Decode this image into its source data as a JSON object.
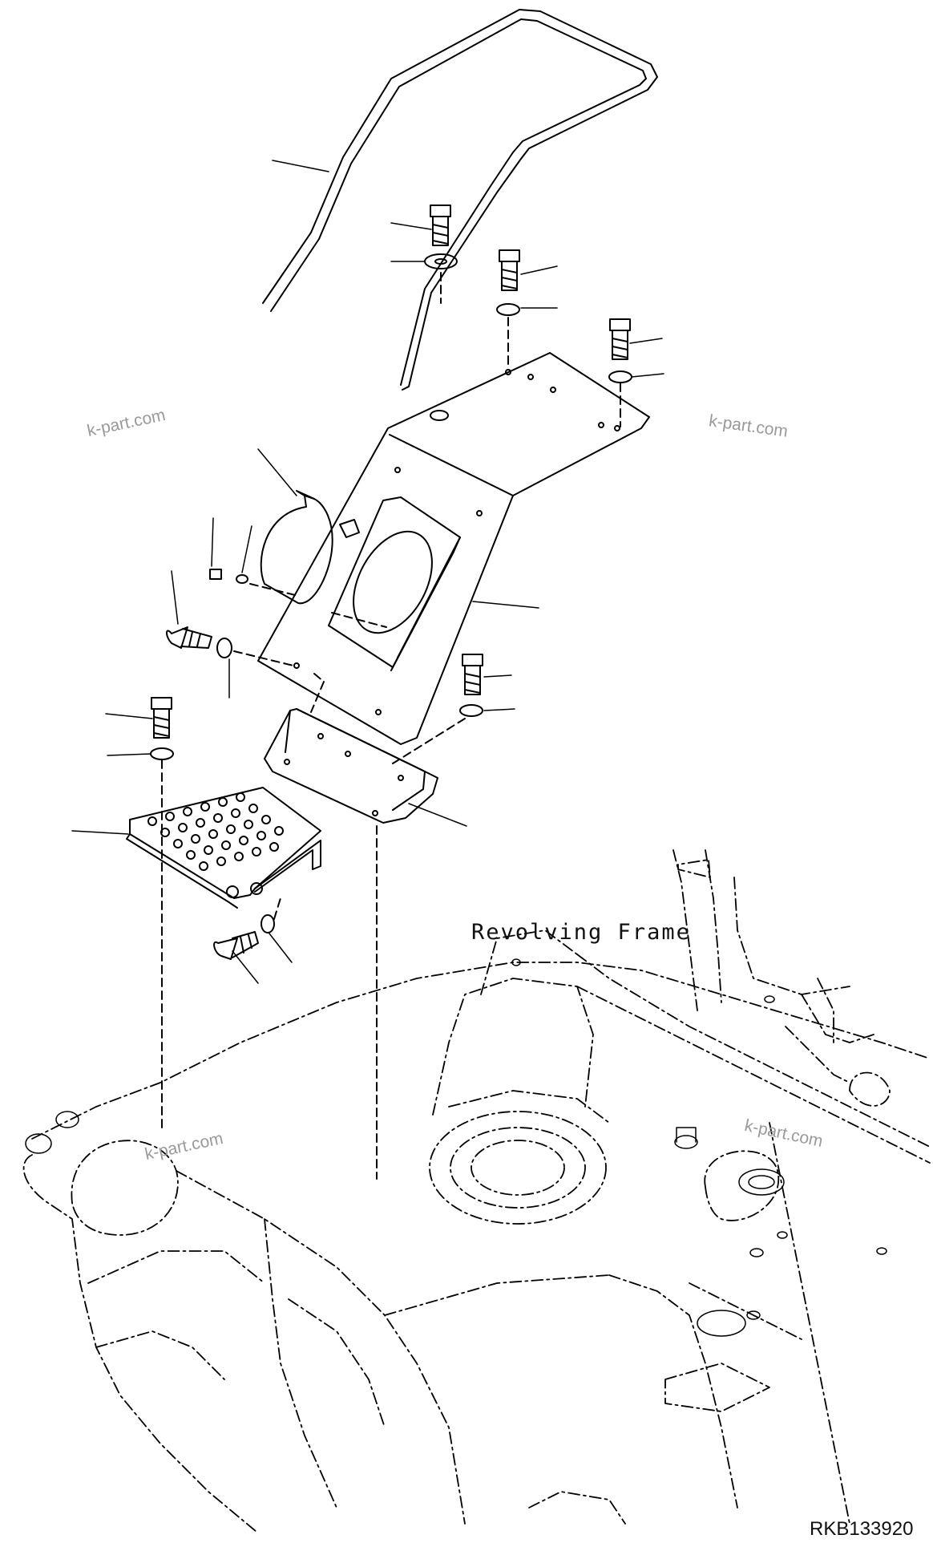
{
  "labels": {
    "frame_name": "Revolving Frame",
    "drawing_code": "RKB133920"
  },
  "watermarks": [
    "k-part.com",
    "k-part.com",
    "k-part.com",
    "k-part.com"
  ],
  "colors": {
    "line": "#000000",
    "watermark": "#9a9a9a",
    "background": "#ffffff"
  }
}
